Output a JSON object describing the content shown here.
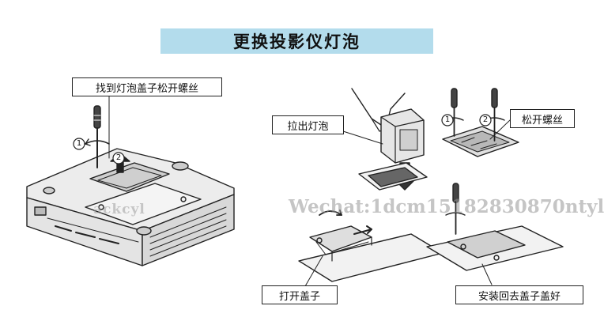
{
  "title": "更换投影仪灯泡",
  "callouts": {
    "find_screw": "找到灯泡盖子松开螺丝",
    "pull_bulb": "拉出灯泡",
    "loosen_screw": "松开螺丝",
    "open_cover": "打开盖子",
    "install_back": "安装回去盖子盖好"
  },
  "step_markers": {
    "left_1": "1",
    "left_2": "2",
    "right_1": "1",
    "right_2": "2"
  },
  "watermark": {
    "line1": "Wechat:1dcm15182830870ntyl",
    "line2": "ackcyl"
  },
  "colors": {
    "title_background": "#b3dcec",
    "line_art": "#222222",
    "callout_border": "#222222"
  }
}
